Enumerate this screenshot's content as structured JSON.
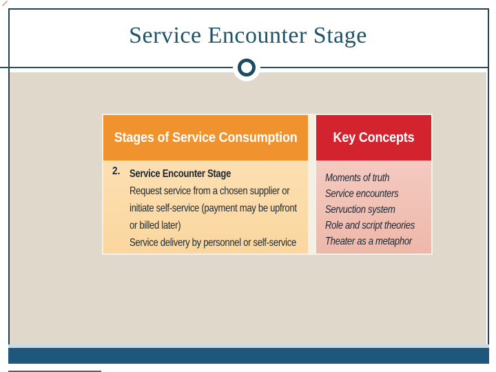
{
  "title": "Service Encounter Stage",
  "table": {
    "headers": {
      "left": "Stages of Service Consumption",
      "right": "Key Concepts"
    },
    "row": {
      "number": "2.",
      "stage_heading": "Service Encounter Stage",
      "stage_lines": [
        "Request service from a chosen supplier or",
        "initiate self-service (payment may be upfront",
        "or billed later)",
        "Service delivery by personnel or self-service"
      ],
      "key_concepts": [
        "Moments of truth",
        "Service encounters",
        "Servuction system",
        "Role and script theories",
        "Theater as a metaphor"
      ]
    }
  },
  "colors": {
    "frame_navy": "#24404f",
    "title_teal": "#1e5368",
    "content_beige": "#e0d9cb",
    "header_orange": "#f0922d",
    "header_red": "#d2232e",
    "cell_peach": "#fbd9a4",
    "cell_pink": "#f1bfb2",
    "text_dark": "#1d2836",
    "bottom_bar_navy": "#1e567c"
  }
}
